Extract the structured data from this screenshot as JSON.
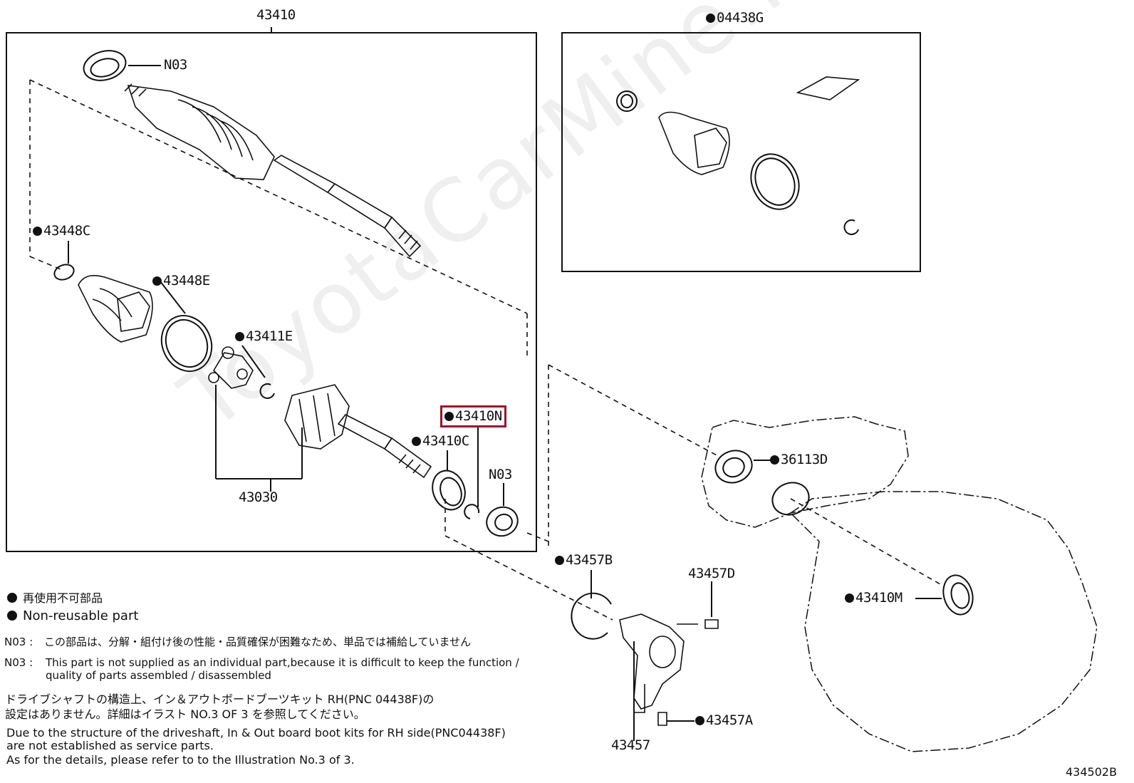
{
  "diagram_ref": "434502B",
  "watermark": "ToyotaCarMine.ru",
  "assemblies": {
    "main_box": "43410",
    "kit_box": "04438G"
  },
  "parts": {
    "p_n03_top": "N03",
    "p_43448C": "43448C",
    "p_43448E": "43448E",
    "p_43411E": "43411E",
    "p_43030": "43030",
    "p_43410N": "43410N",
    "p_43410C": "43410C",
    "p_n03_bottom": "N03",
    "p_36113D": "36113D",
    "p_43410M": "43410M",
    "p_43457B": "43457B",
    "p_43457D": "43457D",
    "p_43457A": "43457A",
    "p_43457": "43457"
  },
  "legend": {
    "jp": "再使用不可部品",
    "en": "Non-reusable part"
  },
  "notes": {
    "n03_code1": "N03 :",
    "n03_jp": "この部品は、分解・組付け後の性能・品質確保が困難なため、単品では補給していません",
    "n03_code2": "N03 :",
    "n03_en_1": "This part is not supplied as an individual part,because it is difficult to keep the function /",
    "n03_en_2": "quality of parts assembled / disassembled",
    "rh_jp_1": "ドライブシャフトの構造上、イン＆アウトボードブーツキット RH(PNC 04438F)の",
    "rh_jp_2": "設定はありません。詳細はイラスト NO.3 OF 3 を参照してください。",
    "rh_en_1": "Due to the structure of the driveshaft, In & Out board  boot kits for RH side(PNC04438F)",
    "rh_en_2": "are not established as service parts.",
    "rh_en_3": "As for the details, please refer to to the Illustration No.3 of 3."
  },
  "colors": {
    "highlight": "#a0102a",
    "ink": "#111111"
  }
}
